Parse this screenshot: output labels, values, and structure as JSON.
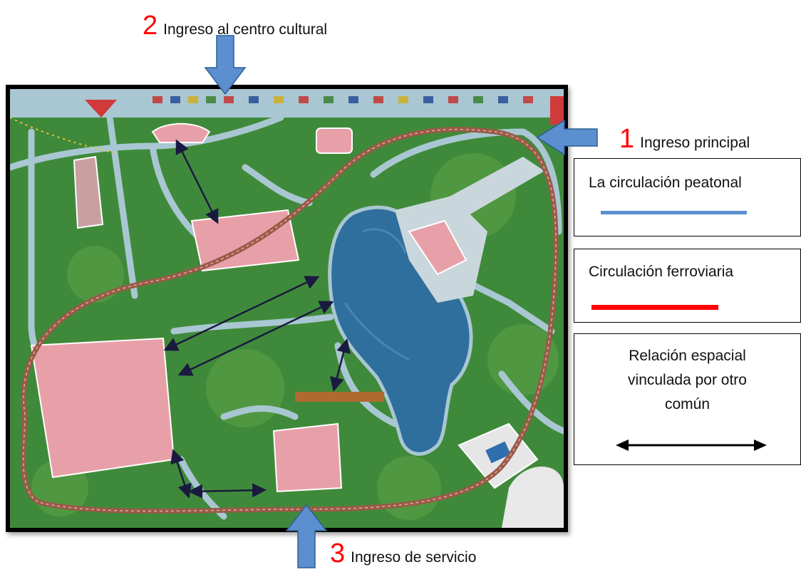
{
  "labels": {
    "entrance_2": {
      "number": "2",
      "text": "Ingreso al centro cultural"
    },
    "entrance_1": {
      "number": "1",
      "text": "Ingreso principal"
    },
    "entrance_3": {
      "number": "3",
      "text": "Ingreso de servicio"
    }
  },
  "legend": {
    "pedestrian": {
      "label": "La circulación peatonal",
      "color": "#5b8fd0"
    },
    "railway": {
      "label": "Circulación ferroviaria",
      "color": "#ff0000"
    },
    "spatial": {
      "line1": "Relación espacial",
      "line2": "vinculada por otro",
      "line3": "común",
      "color": "#000000"
    }
  },
  "colors": {
    "entrance_arrow": "#5b8fd0",
    "entrance_arrow_stroke": "#2f5d93",
    "map_grass": "#3f8a3a",
    "map_path": "#a9c7d2",
    "map_water": "#2f6f9e",
    "map_building": "#e8a0a8",
    "rail": "#9a5a48"
  }
}
